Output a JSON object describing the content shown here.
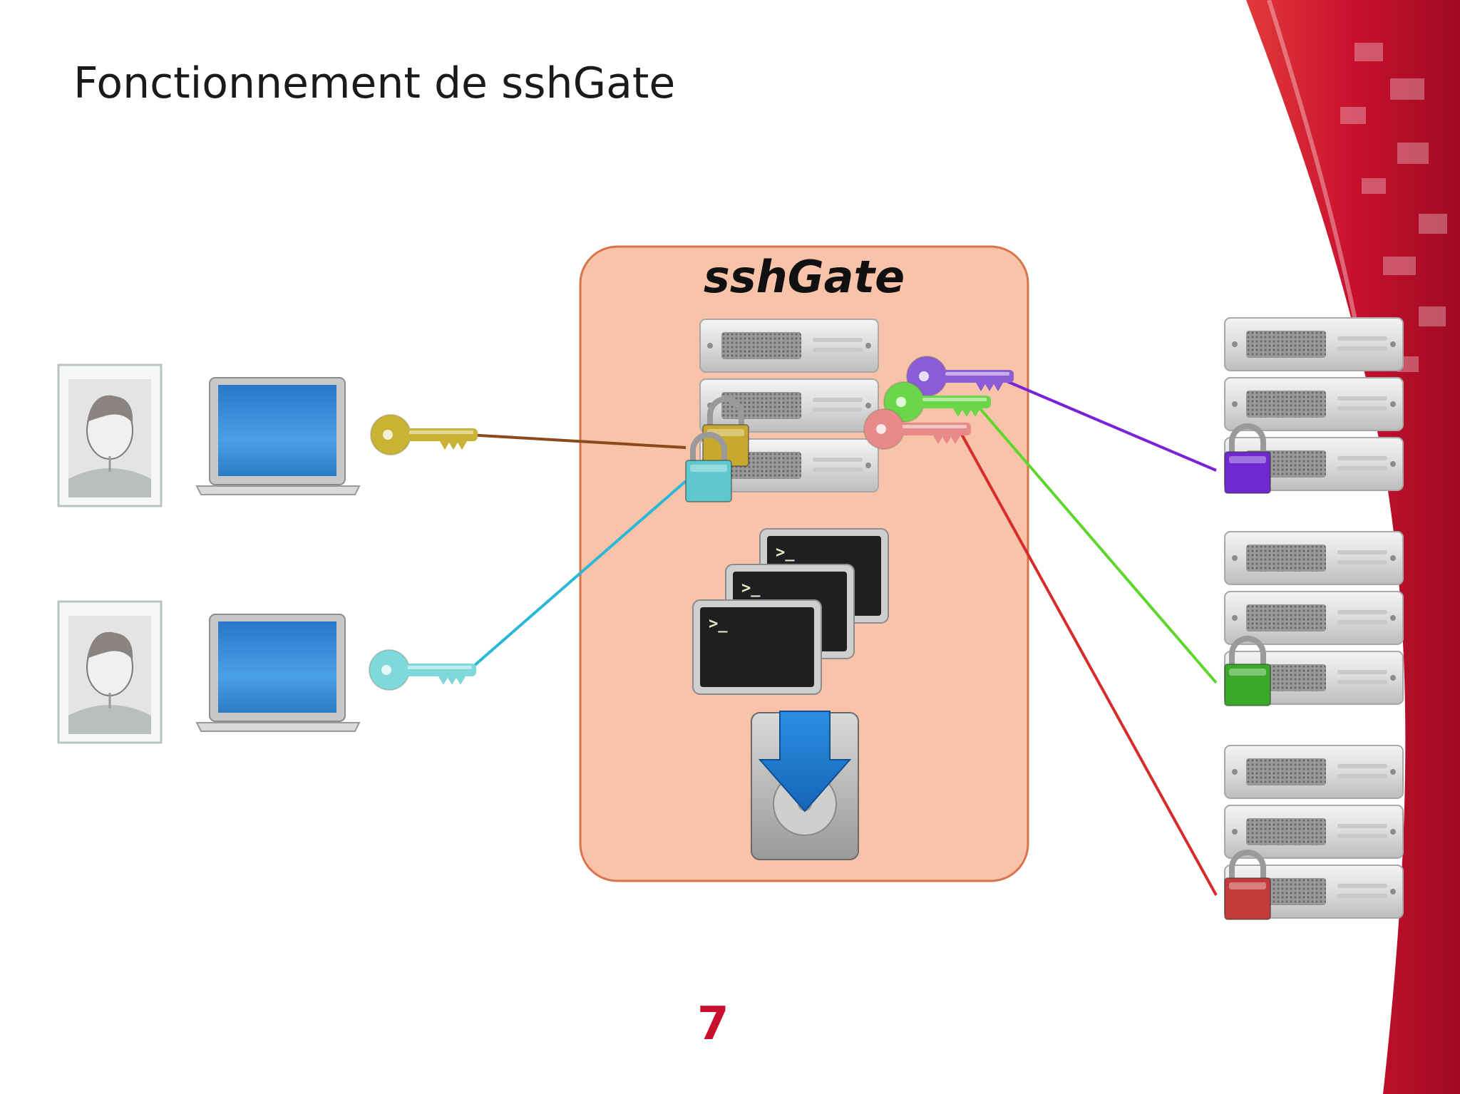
{
  "slide": {
    "title": "Fonctionnement de sshGate",
    "page_number": "7"
  },
  "gateway": {
    "label": "sshGate"
  },
  "colors": {
    "theme_red": "#c8102e",
    "gateway_fill": "#f9c3aa",
    "gateway_border": "#d9734c",
    "key_gold": "#c9b335",
    "key_cyan": "#7fd9dc",
    "key_purple": "#8b5cd6",
    "key_green": "#6bd64a",
    "key_pink": "#e88a8a",
    "line_brown": "#8a4a1c",
    "line_cyan": "#2bb7d8",
    "line_purple": "#7a22d6",
    "line_green": "#5ed62c",
    "line_red": "#d62c2c"
  },
  "users": [
    {
      "name": "user-1",
      "icon": "user-avatar-icon",
      "device": "laptop-icon",
      "key": "key-gold-icon"
    },
    {
      "name": "user-2",
      "icon": "user-avatar-icon",
      "device": "laptop-icon",
      "key": "key-cyan-icon"
    }
  ],
  "targets": [
    {
      "name": "server-purple",
      "lock": "lock-purple-icon"
    },
    {
      "name": "server-green",
      "lock": "lock-green-icon"
    },
    {
      "name": "server-red",
      "lock": "lock-red-icon"
    }
  ],
  "gateway_components": [
    "server-stack-icon",
    "terminal-windows-icon",
    "hard-drive-download-icon"
  ]
}
